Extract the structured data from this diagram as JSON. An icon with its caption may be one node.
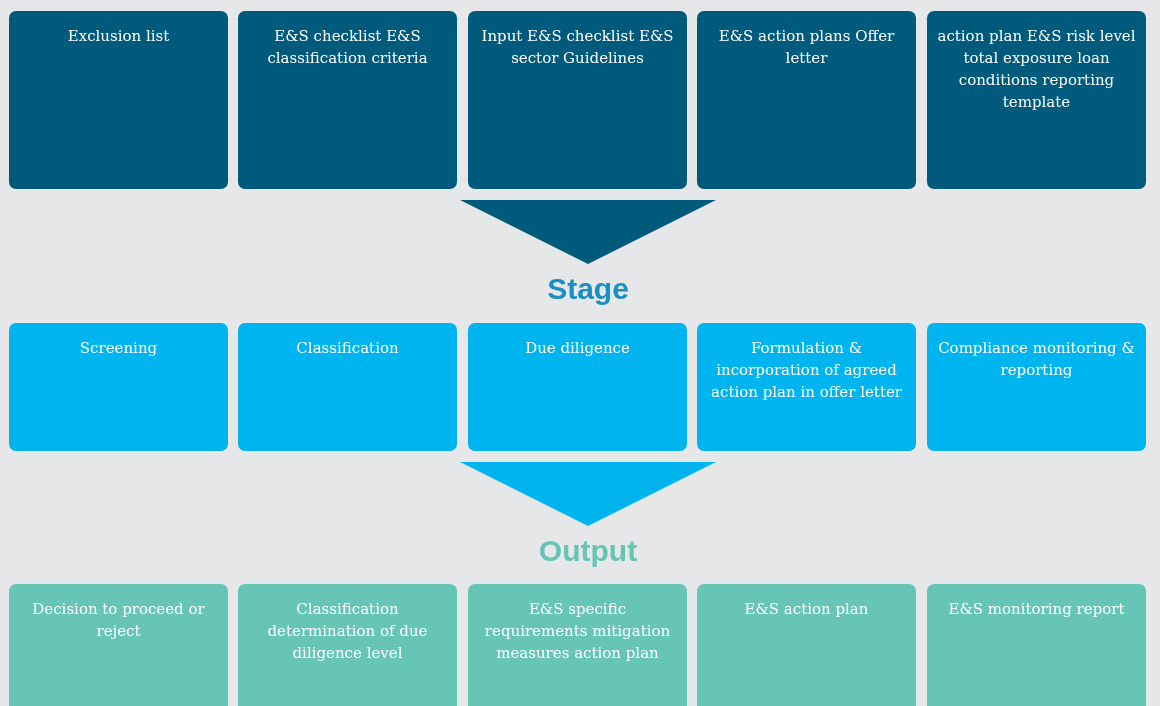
{
  "diagram": {
    "nodes": [
      {
        "text": [
          "Exclusion list"
        ]
      },
      {
        "text": [
          "E&S checklist E&S classification criteria"
        ]
      },
      {
        "text": [
          "Input E&S checklist E&S sector Guidelines"
        ]
      },
      {
        "text": [
          "E&S action plans Offer letter"
        ]
      },
      {
        "text": [
          "action plan E&S risk level total exposure loan conditions reporting template"
        ]
      },
      {
        "text": [
          "Screening"
        ]
      },
      {
        "text": [
          "Classification"
        ]
      },
      {
        "text": [
          "Due diligence"
        ]
      },
      {
        "text": [
          "Formulation & incorporation of agreed action plan in offer letter"
        ]
      },
      {
        "text": [
          "Compliance monitoring & reporting"
        ]
      },
      {
        "text": [
          "Decision to proceed or reject"
        ]
      },
      {
        "text": [
          "Classification determination of due diligence level"
        ]
      },
      {
        "text": [
          "E&S specific requirements mitigation measures action plan"
        ]
      },
      {
        "text": [
          "E&S action plan"
        ]
      },
      {
        "text": [
          "E&S monitoring report"
        ]
      }
    ],
    "edges": [],
    "labels": [
      "Stage",
      "Output"
    ]
  }
}
